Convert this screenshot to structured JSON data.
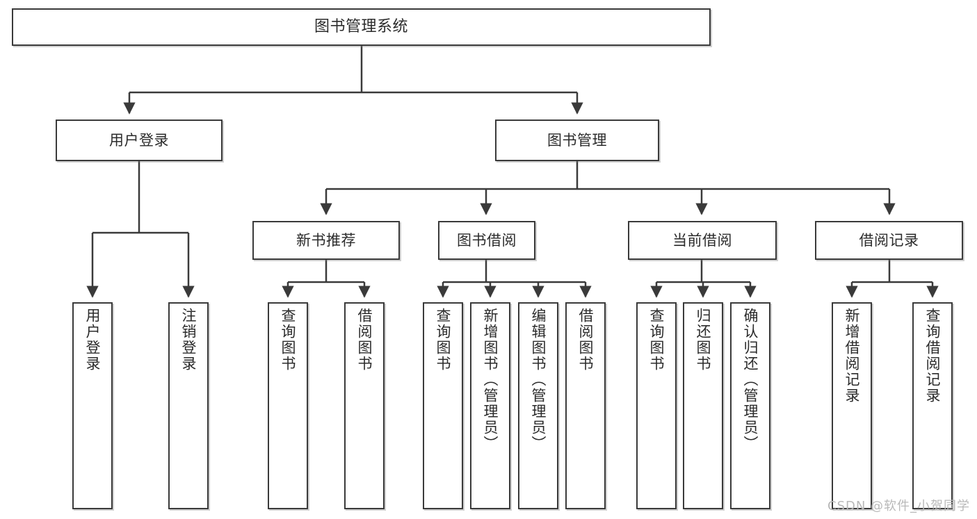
{
  "diagram": {
    "type": "tree-hierarchy",
    "title": "图书管理系统",
    "watermark": "CSDN @软件_小贺同学",
    "colors": {
      "stroke": "#3a3a3a",
      "box_fill": "#ffffff",
      "text": "#2b2b2b",
      "watermark": "#b9b9b9",
      "background": "#ffffff"
    },
    "nodes": {
      "root": {
        "label": "图书管理系统"
      },
      "level2": [
        {
          "label": "用户登录"
        },
        {
          "label": "图书管理"
        }
      ],
      "level3": [
        {
          "label": "新书推荐"
        },
        {
          "label": "图书借阅"
        },
        {
          "label": "当前借阅"
        },
        {
          "label": "借阅记录"
        }
      ],
      "leaves_user_login": [
        {
          "label": "用户登录"
        },
        {
          "label": "注销登录"
        }
      ],
      "leaves_new_book": [
        {
          "label": "查询图书"
        },
        {
          "label": "借阅图书"
        }
      ],
      "leaves_borrow": [
        {
          "label": "查询图书"
        },
        {
          "label": "新增图书（管理员）"
        },
        {
          "label": "编辑图书（管理员）"
        },
        {
          "label": "借阅图书"
        }
      ],
      "leaves_current": [
        {
          "label": "查询图书"
        },
        {
          "label": "归还图书"
        },
        {
          "label": "确认归还（管理员）"
        }
      ],
      "leaves_records": [
        {
          "label": "新增借阅记录"
        },
        {
          "label": "查询借阅记录"
        }
      ]
    }
  }
}
